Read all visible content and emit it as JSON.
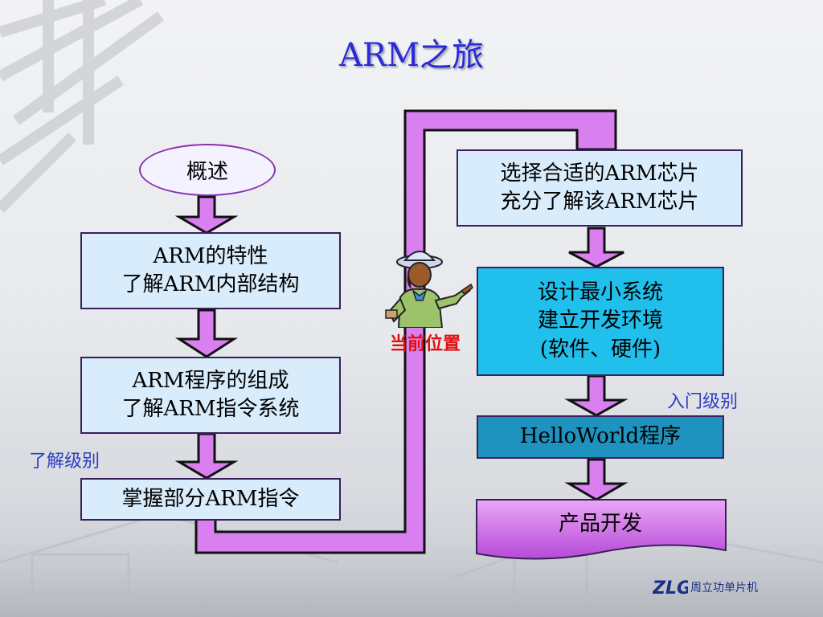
{
  "title": "ARM之旅",
  "nodes": {
    "overview": "概述",
    "arm_features": [
      "ARM的特性",
      "了解ARM内部结构"
    ],
    "arm_program": [
      "ARM程序的组成",
      "了解ARM指令系统"
    ],
    "master_instructions": "掌握部分ARM指令",
    "choose_chip": [
      "选择合适的ARM芯片",
      "充分了解该ARM芯片"
    ],
    "design_system": [
      "设计最小系统",
      "建立开发环境",
      "(软件、硬件)"
    ],
    "hello_world": "HelloWorld程序",
    "product_dev": "产品开发"
  },
  "labels": {
    "current_position": "当前位置",
    "entry_level": "入门级别",
    "understand_level": "了解级别"
  },
  "logo": {
    "mark": "ZLG",
    "text": "周立功单片机"
  },
  "colors": {
    "title": "#2a2ad6",
    "arrow_fill": "#d97ff0",
    "light_box": "#d8ecfb",
    "cyan_box": "#21bfec",
    "teal_box": "#1e93bf",
    "product_box": "#c65ee6"
  }
}
